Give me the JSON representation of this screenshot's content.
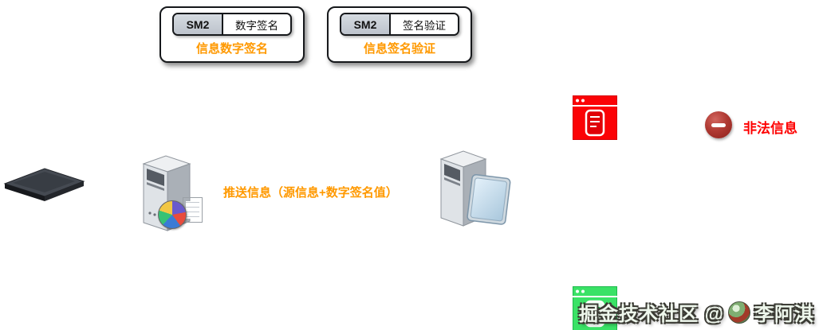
{
  "colors": {
    "accent_orange": "#ff9900",
    "sm2_cell_bg": "#c9ced6",
    "invalid_red": "#fb0306",
    "valid_green": "#3ae266",
    "deny_circle": "#8c201b"
  },
  "sign_box": {
    "algo": "SM2",
    "action": "数字签名",
    "caption": "信息数字签名"
  },
  "verify_box": {
    "algo": "SM2",
    "action": "签名验证",
    "caption": "信息签名验证"
  },
  "flow": {
    "push_label": "推送信息（源信息+数字签名值）",
    "invalid_label": "非法信息"
  },
  "icons": {
    "source_storage": "storage-device-icon",
    "signing_server": "server-tower-icon",
    "chart_disc": "pie-disc-icon",
    "verifying_server": "server-monitor-icon",
    "invalid_message": "red-document-icon",
    "valid_message": "green-document-icon",
    "deny": "minus-circle-icon",
    "avatar": "watermark-avatar-icon"
  },
  "watermark": {
    "prefix": "掘金技术社区 @",
    "name": "李阿淇"
  }
}
